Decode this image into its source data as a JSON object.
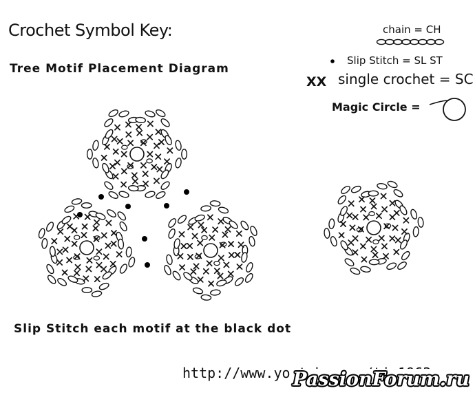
{
  "key": {
    "title": "Crochet Symbol Key:",
    "chain_label": "chain = CH",
    "slip_stitch_label": "Slip Stitch = SL ST",
    "single_crochet_label": "single crochet = SC",
    "single_crochet_symbol": "XX",
    "magic_circle_label": "Magic Circle ="
  },
  "diagram": {
    "title": "Tree Motif Placement Diagram",
    "instruction": "Slip Stitch each motif at the black dot",
    "motif_count": 4
  },
  "footer": {
    "url": "http://www.youtube.com/tjw1963",
    "watermark": "PassionForum.ru"
  }
}
